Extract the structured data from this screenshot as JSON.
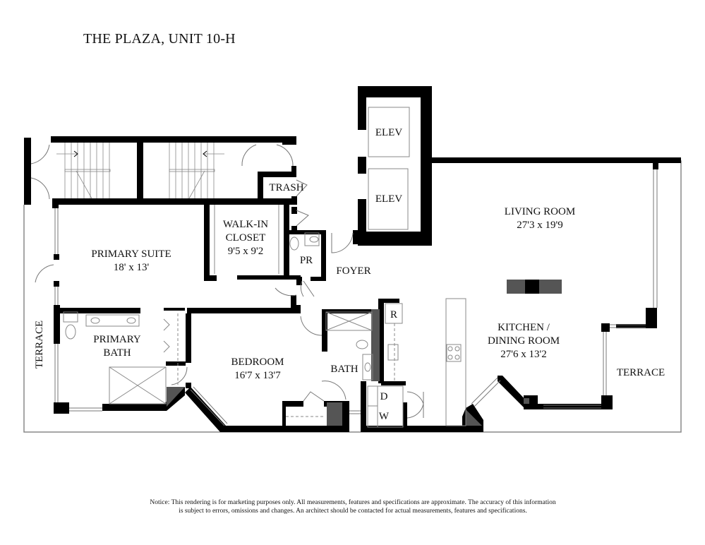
{
  "title": "THE PLAZA, UNIT 10-H",
  "rooms": {
    "elevator_1": {
      "name": "ELEV"
    },
    "elevator_2": {
      "name": "ELEV"
    },
    "trash": {
      "name": "TRASH"
    },
    "walk_in_closet": {
      "name_line1": "WALK-IN",
      "name_line2": "CLOSET",
      "dims": "9'5 x 9'2"
    },
    "powder_room": {
      "name": "PR"
    },
    "foyer": {
      "name": "FOYER"
    },
    "primary_suite": {
      "name": "PRIMARY SUITE",
      "dims": "18' x 13'"
    },
    "primary_bath": {
      "name_line1": "PRIMARY",
      "name_line2": "BATH"
    },
    "bedroom": {
      "name": "BEDROOM",
      "dims": "16'7 x 13'7"
    },
    "bath": {
      "name": "BATH"
    },
    "refrigerator": {
      "name": "R"
    },
    "dryer": {
      "name": "D"
    },
    "washer": {
      "name": "W"
    },
    "living_room": {
      "name": "LIVING ROOM",
      "dims": "27'3 x 19'9"
    },
    "kitchen_dining": {
      "name_line1": "KITCHEN /",
      "name_line2": "DINING ROOM",
      "dims": "27'6 x 13'2"
    },
    "terrace_west": {
      "name": "TERRACE"
    },
    "terrace_east": {
      "name": "TERRACE"
    }
  },
  "colors": {
    "wall": "#000000",
    "column": "#555555",
    "fixture_line": "#888888",
    "background": "#ffffff"
  },
  "notice": {
    "line1": "Notice: This rendering is for marketing purposes only. All measurements, features and specifications are approximate. The accuracy of this information",
    "line2": "is subject to errors, omissions and changes. An architect should be contacted for actual measurements, features and specifications."
  }
}
